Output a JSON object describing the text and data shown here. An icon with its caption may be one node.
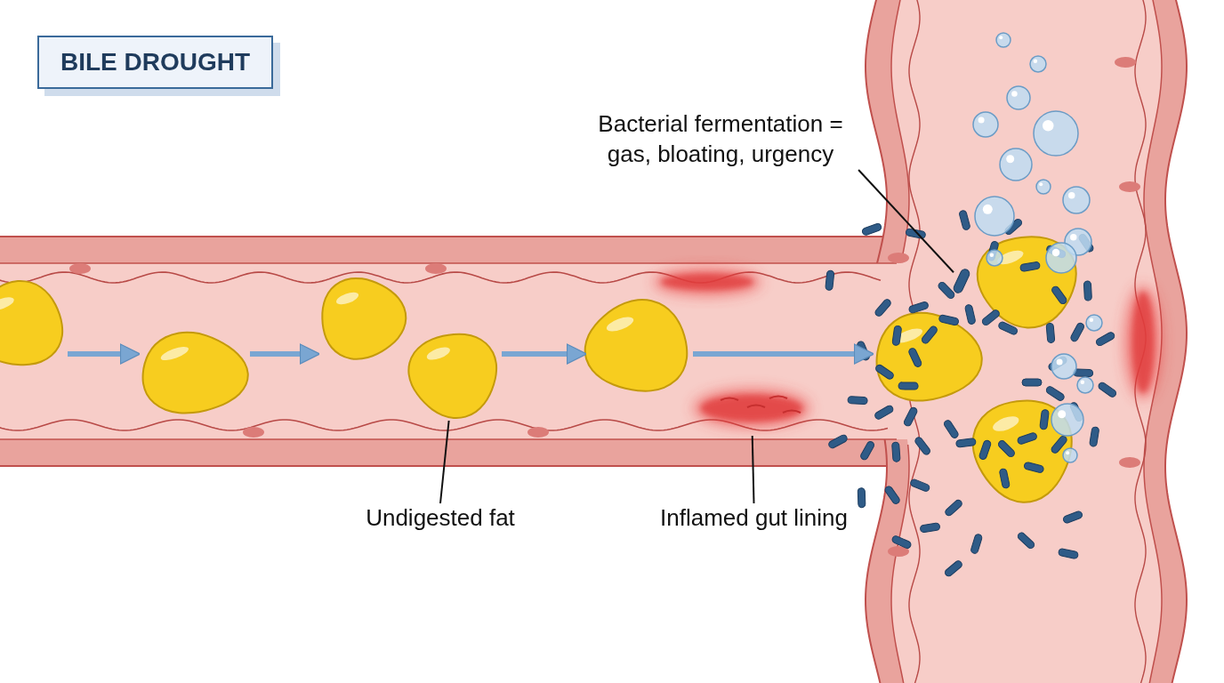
{
  "diagram": {
    "title": "BILE DROUGHT",
    "nodes": [
      {
        "text": [
          "Undigested fat"
        ]
      },
      {
        "text": [],
        "shape": "picture"
      },
      {
        "text": [
          "Inflamed gut lining"
        ]
      },
      {
        "text": [],
        "shape": "picture"
      },
      {
        "text": [
          "Bacterial fermentation = gas, bloating, urgency"
        ]
      },
      {
        "text": [],
        "shape": "bar"
      },
      {
        "text": [],
        "shape": "picture"
      },
      {
        "text": [],
        "shape": "picture"
      },
      {
        "text": [],
        "shape": "picture"
      },
      {
        "text": [],
        "shape": "picture"
      },
      {
        "text": [],
        "shape": "picture"
      },
      {
        "text": [],
        "shape": "picture"
      },
      {
        "text": [],
        "shape": "picture"
      },
      {
        "text": [],
        "shape": "picture"
      },
      {
        "text": [],
        "shape": "picture"
      }
    ],
    "edges": [
      {
        "from": 0,
        "to": 1,
        "arrow": "none",
        "color": "#111111"
      },
      {
        "from": 2,
        "to": 3,
        "arrow": "none",
        "color": "#111111"
      },
      {
        "from": 4,
        "to": 5,
        "arrow": "none",
        "color": "#111111"
      },
      {
        "from": 6,
        "to": 7,
        "arrow": "to"
      },
      {
        "from": 7,
        "to": 8,
        "arrow": "to"
      },
      {
        "from": 1,
        "to": 9,
        "arrow": "to"
      },
      {
        "from": 9,
        "to": 10,
        "arrow": "to"
      }
    ]
  }
}
